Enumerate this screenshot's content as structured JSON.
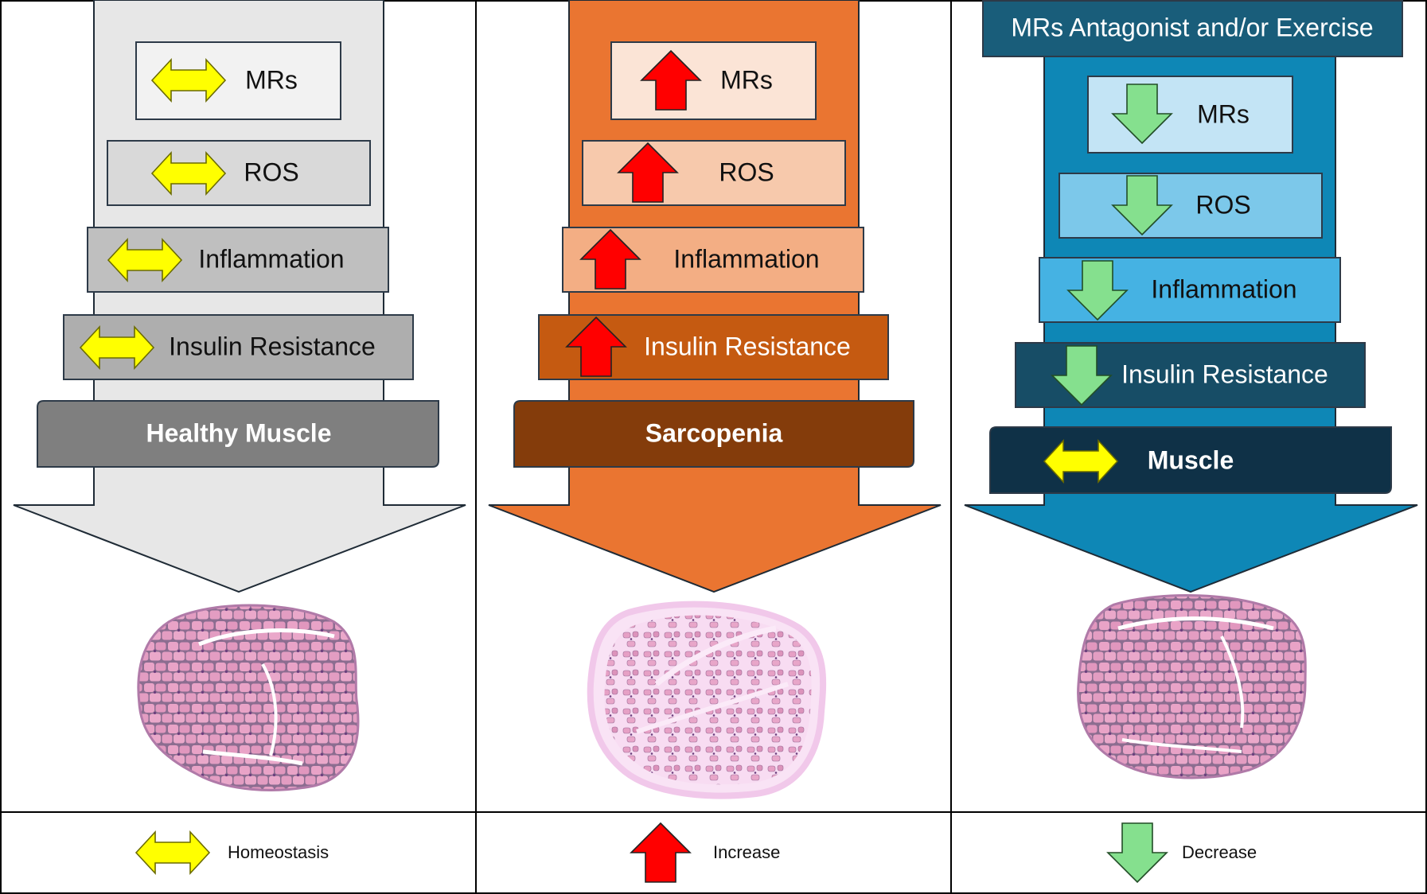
{
  "panels": [
    {
      "theme": "healthy",
      "labels": {
        "mrs": "MRs",
        "ros": "ROS",
        "inflammation": "Inflammation",
        "insulin": "Insulin Resistance"
      },
      "indicator": "double-arrow-icon",
      "outcome": "Healthy Muscle",
      "colors": {
        "arrow": "#e7e7e7",
        "mrs_box": "#f2f2f2",
        "ros_box": "#d9d9d9",
        "infl_box": "#bfbfbf",
        "ins_box": "#aeaeae",
        "outcome_box": "#7f7f7f"
      }
    },
    {
      "theme": "sarcopenia",
      "labels": {
        "mrs": "MRs",
        "ros": "ROS",
        "inflammation": "Inflammation",
        "insulin": "Insulin Resistance"
      },
      "indicator": "up-arrow-icon",
      "outcome": "Sarcopenia",
      "colors": {
        "arrow": "#ea7531",
        "mrs_box": "#fbe4d6",
        "ros_box": "#f7c9ac",
        "infl_box": "#f3ae84",
        "ins_box": "#c55a11",
        "outcome_box": "#843c0b"
      }
    },
    {
      "theme": "treatment",
      "header": "MRs Antagonist  and/or  Exercise",
      "labels": {
        "mrs": "MRs",
        "ros": "ROS",
        "inflammation": "Inflammation",
        "insulin": "Insulin Resistance"
      },
      "indicator": "down-arrow-icon",
      "outcome": "Muscle",
      "colors": {
        "arrow": "#0e87b6",
        "header_box": "#195d7a",
        "mrs_box": "#c3e4f5",
        "ros_box": "#7cc8ea",
        "infl_box": "#45b2e3",
        "ins_box": "#174d66",
        "outcome_box": "#0f3147"
      }
    }
  ],
  "legend": [
    {
      "icon": "double-arrow-icon",
      "label": "Homeostasis"
    },
    {
      "icon": "up-arrow-icon",
      "label": "Increase"
    },
    {
      "icon": "down-arrow-icon",
      "label": "Decrease"
    }
  ],
  "icon_colors": {
    "homeostasis": "#ffff00",
    "increase": "#ff0000",
    "decrease": "#85e08e"
  }
}
